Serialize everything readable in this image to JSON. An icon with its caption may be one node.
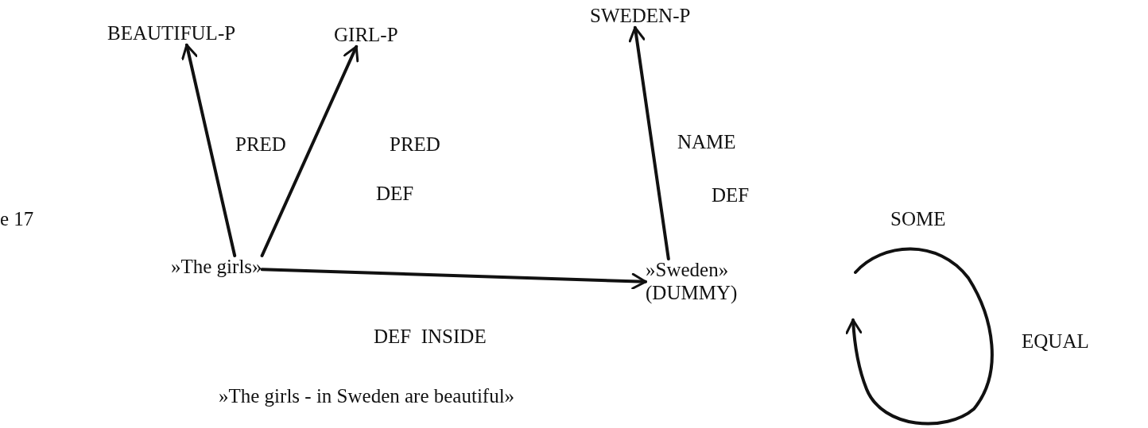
{
  "diagram": {
    "nodes": [
      {
        "text": [
          "BEAUTIFUL-P"
        ]
      },
      {
        "text": [
          "GIRL-P"
        ]
      },
      {
        "text": [
          "SWEDEN-P"
        ]
      },
      {
        "text": [
          "»The girls»"
        ]
      },
      {
        "text": [
          "»Sweden»",
          "(DUMMY)"
        ]
      }
    ],
    "edges": [
      {
        "from": 3,
        "to": 0,
        "arrow": "to",
        "label": "PRED"
      },
      {
        "from": 3,
        "to": 1,
        "arrow": "to",
        "label": "PRED"
      },
      {
        "from": 4,
        "to": 2,
        "arrow": "to",
        "label": "NAME"
      },
      {
        "from": 3,
        "to": 4,
        "arrow": "to",
        "label": "DEF  INSIDE"
      }
    ],
    "labels": [
      "e 17",
      "DEF",
      "DEF",
      "SOME",
      "EQUAL",
      "»The girls - in Sweden are beautiful»"
    ]
  }
}
